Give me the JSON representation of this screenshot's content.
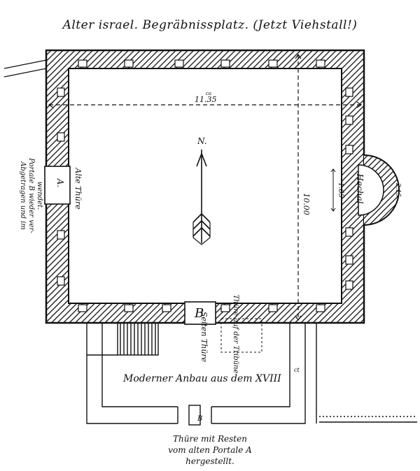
{
  "title": "Alter israel. Begräbnissplatz. (Jetzt Viehstall!)",
  "labels": {
    "north": "N.",
    "width_dim": "11.35",
    "width_dim_prefix": "ca",
    "depth_dim": "10.00",
    "niche_dim": "1.65",
    "apse_dim": "2.15",
    "door_a": "A.",
    "old_door": "Alte Thüre",
    "hechal": "Hechal",
    "door_b": "B",
    "side_door": "Seiten Thüre",
    "tribune_door": "Thüre auf der Tribüne",
    "modern": "Moderner Anbau aus dem XVIII",
    "modern_sup": "ct",
    "b_small": "B",
    "side_note_1": "Abgetragen und im",
    "side_note_2": "Portale B wieder ver-",
    "side_note_3": "wendet.",
    "caption_1": "Thüre mit Resten",
    "caption_2": "vom alten Portale A",
    "caption_3": "hergestellt."
  }
}
